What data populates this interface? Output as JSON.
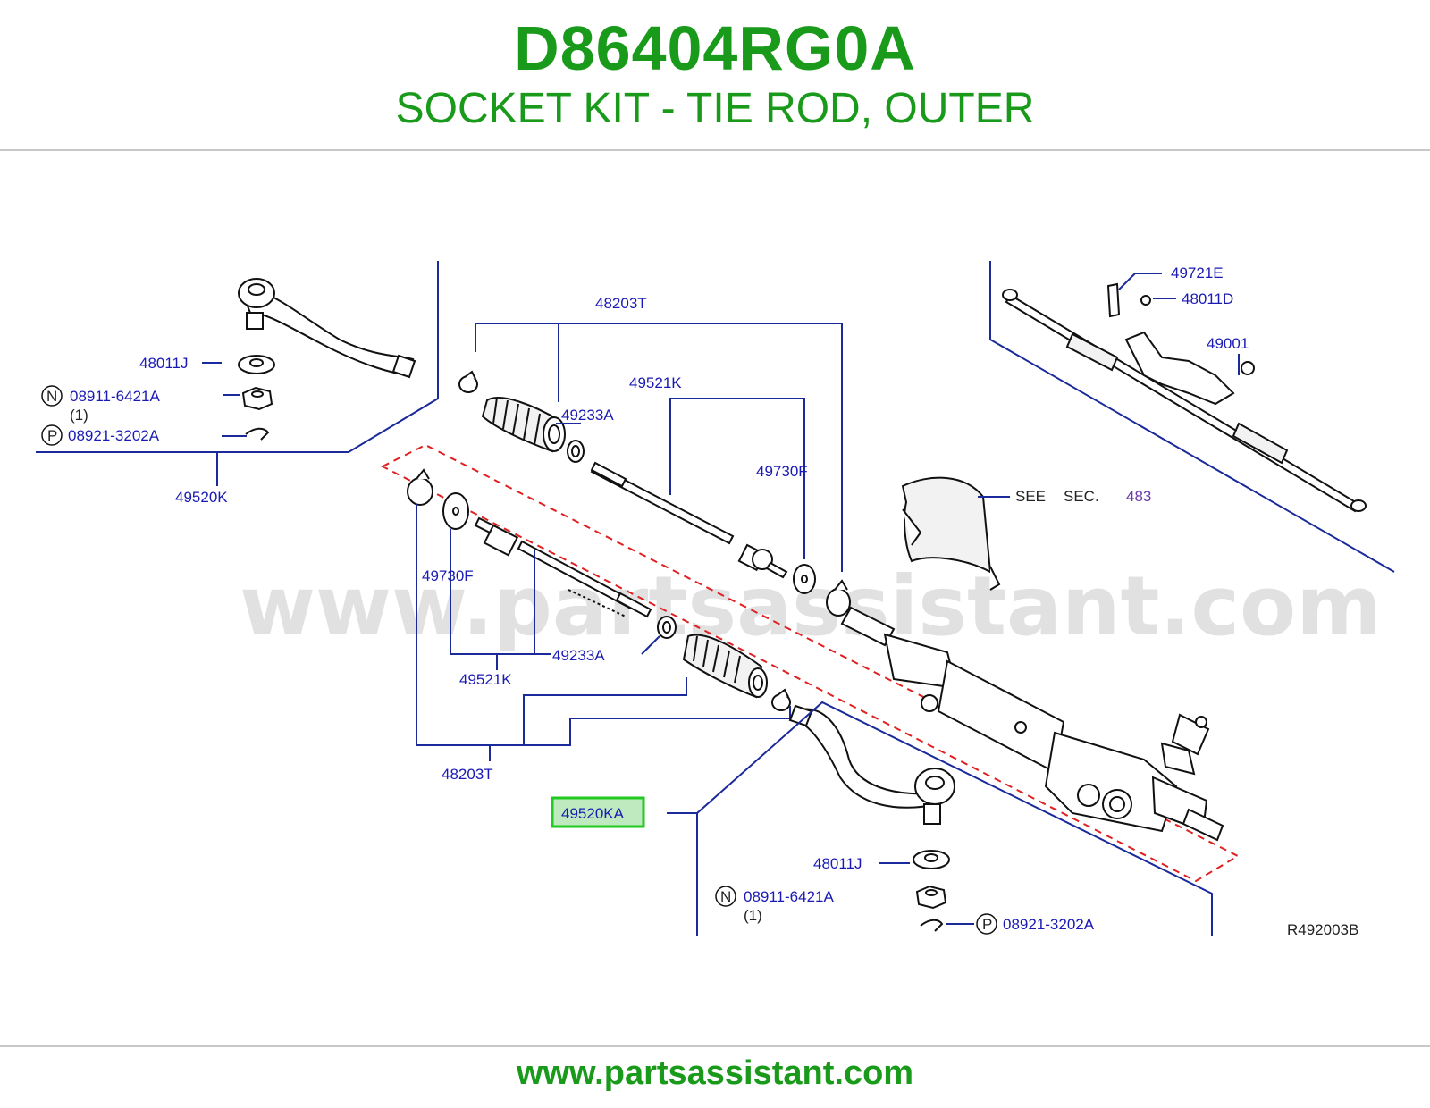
{
  "header": {
    "part_number": "D86404RG0A",
    "part_description": "SOCKET KIT - TIE ROD, OUTER"
  },
  "diagram": {
    "watermark": "www.partsassistant.com",
    "reference_code": "R492003B",
    "highlighted_label": "49520KA",
    "highlight_color": "#22c922",
    "labels": {
      "l_48011J_top": "48011J",
      "l_n_top": "08911-6421A",
      "l_n_top_qty": "(1)",
      "l_p_top": "08921-3202A",
      "l_49520K": "49520K",
      "l_48203T_top": "48203T",
      "l_49521K_top": "49521K",
      "l_49233A_top": "49233A",
      "l_49730F_right": "49730F",
      "l_49730F_left": "49730F",
      "l_49233A_mid": "49233A",
      "l_49521K_mid": "49521K",
      "l_48203T_bot": "48203T",
      "l_48011J_bot": "48011J",
      "l_n_bot": "08911-6421A",
      "l_n_bot_qty": "(1)",
      "l_p_bot": "08921-3202A",
      "l_49721E": "49721E",
      "l_48011D": "48011D",
      "l_49001": "49001",
      "see": "SEE",
      "sec": "SEC.",
      "sec_num": "483"
    },
    "callout_letters": {
      "nut": "N",
      "pin": "P"
    }
  },
  "footer": {
    "url": "www.partsassistant.com"
  }
}
